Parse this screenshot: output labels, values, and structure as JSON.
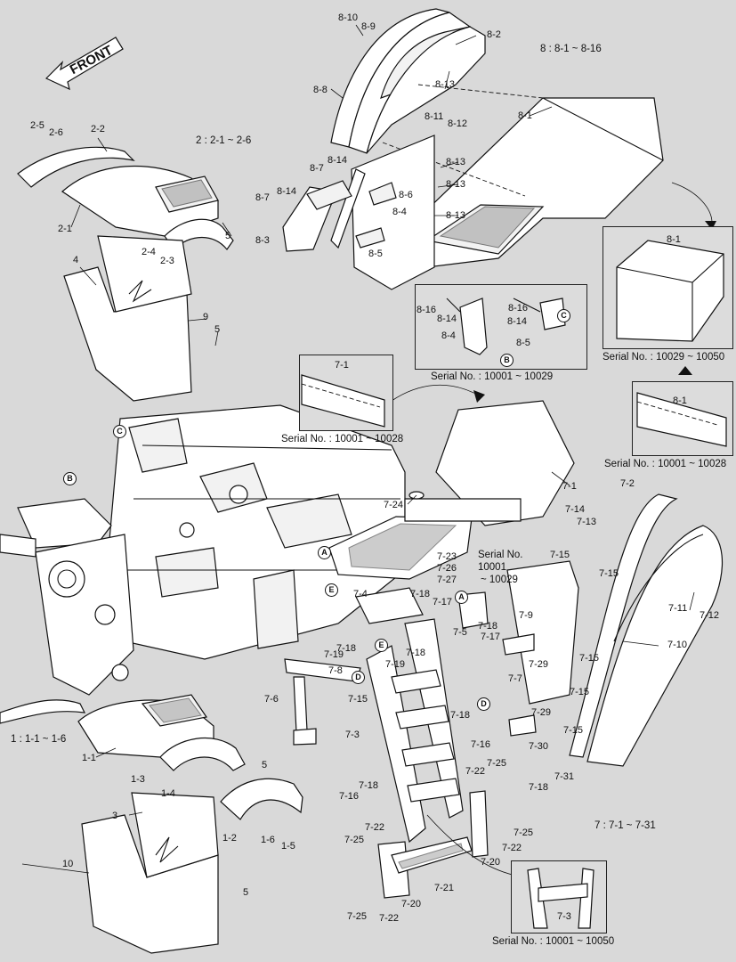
{
  "front_label": "FRONT",
  "notes": {
    "group8": "8 : 8-1 ~ 8-16",
    "group2": "2  : 2-1 ~ 2-6",
    "group1": "1  : 1-1 ~ 1-6",
    "group7": "7 : 7-1 ~ 7-31"
  },
  "insets": {
    "inset_8_16": "Serial No. : 10001 ~ 10029",
    "inset_8_1_a": "Serial No. : 10029 ~ 10050",
    "inset_8_1_b": "Serial No. : 10001 ~ 10028",
    "inset_7_1": "Serial No. : 10001 ~ 10028",
    "inset_7_3": "Serial No. : 10001 ~ 10050",
    "serial_7_23_l1": "Serial No.",
    "serial_7_23_l2": "10001",
    "serial_7_23_l3": "~ 10029"
  },
  "circles": [
    "A",
    "B",
    "C",
    "D",
    "E"
  ],
  "labels": [
    "8-10",
    "8-9",
    "8-2",
    "8-8",
    "8-13",
    "8-11",
    "8-12",
    "8-1",
    "8-14",
    "8-7",
    "8-13",
    "8-13",
    "8-6",
    "8-4",
    "8-13",
    "8-14",
    "8-7",
    "8-3",
    "8-5",
    "8-16",
    "8-14",
    "8-4",
    "8-16",
    "8-14",
    "8-5",
    "8-1",
    "8-1",
    "2-5",
    "2-6",
    "2-2",
    "2-1",
    "2-4",
    "2-3",
    "5",
    "4",
    "9",
    "5",
    "7-1",
    "7-24",
    "7-23",
    "7-26",
    "7-27",
    "7-1",
    "7-2",
    "7-14",
    "7-13",
    "7-15",
    "7-15",
    "7-11",
    "7-12",
    "7-10",
    "7-4",
    "7-18",
    "7-17",
    "7-5",
    "7-18",
    "7-17",
    "7-9",
    "7-29",
    "7-15",
    "7-15",
    "7-7",
    "7-29",
    "7-15",
    "7-30",
    "7-19",
    "7-18",
    "7-19",
    "7-18",
    "7-8",
    "7-15",
    "7-6",
    "7-3",
    "7-18",
    "7-16",
    "7-22",
    "7-25",
    "7-31",
    "7-18",
    "7-18",
    "7-16",
    "7-22",
    "7-25",
    "7-25",
    "7-22",
    "7-20",
    "7-25",
    "7-21",
    "7-25",
    "7-22",
    "7-20",
    "7-3",
    "1-1",
    "1-3",
    "1-4",
    "5",
    "3",
    "1-2",
    "1-6",
    "1-5",
    "10",
    "5"
  ]
}
